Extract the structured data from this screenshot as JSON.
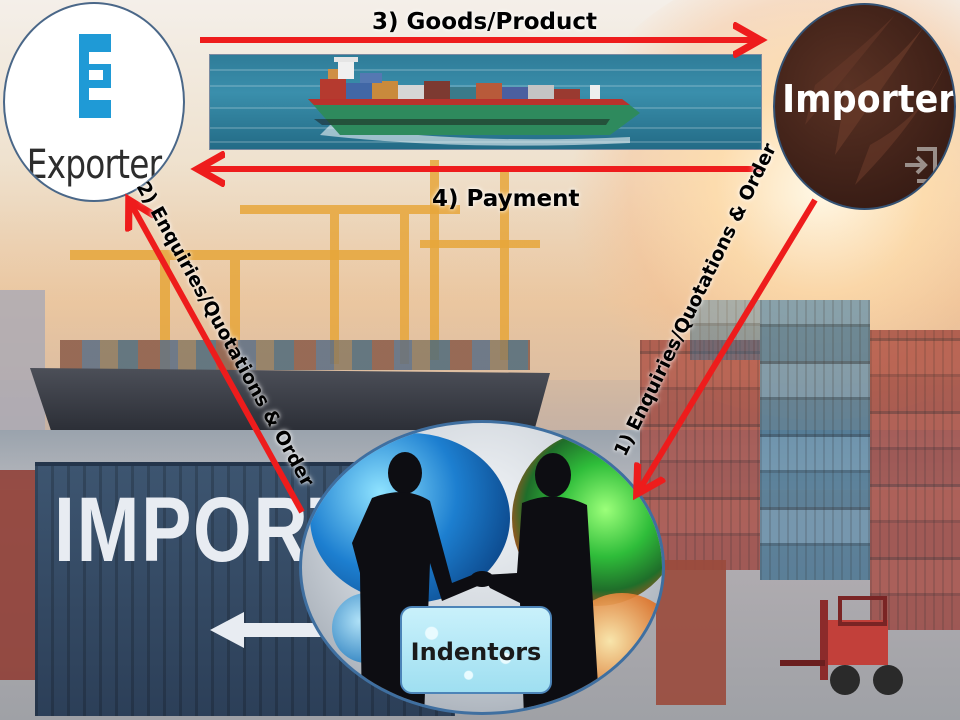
{
  "nodes": {
    "exporter": {
      "label": "Exporter",
      "logo_letter": "E",
      "logo_color": "#1f9ad6"
    },
    "importer": {
      "label": "Importer"
    },
    "indentors": {
      "label": "Indentors"
    }
  },
  "flows": {
    "goods": "3) Goods/Product",
    "payment": "4) Payment",
    "enquiries_to_exporter": "2) Enquiries/Quotations & Order",
    "enquiries_to_indentors": "1) Enquiries/Quotations & Order"
  },
  "background": {
    "container_text": "IMPORT"
  },
  "colors": {
    "arrow": "#ee1c1c",
    "node_border": "#3f6fa0"
  }
}
